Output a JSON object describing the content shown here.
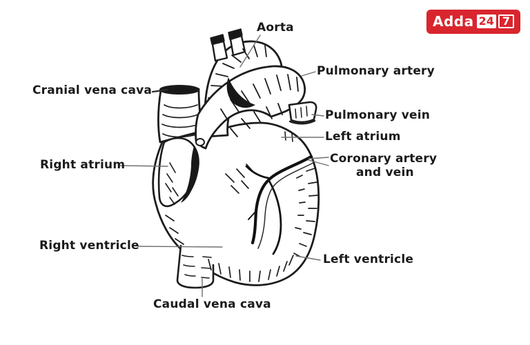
{
  "page": {
    "background_color": "#ffffff"
  },
  "logo": {
    "brand_prefix": "Adda",
    "digits_boxed": "24",
    "digit_outlined": "7",
    "bg_color": "#d9252e"
  },
  "diagram": {
    "ink_color": "#1c1c1c",
    "leader_color": "#707070",
    "labels": [
      {
        "id": "aorta",
        "text": "Aorta"
      },
      {
        "id": "pulmonary-artery",
        "text": "Pulmonary artery"
      },
      {
        "id": "cranial-vena-cava",
        "text": "Cranial vena cava"
      },
      {
        "id": "pulmonary-vein",
        "text": "Pulmonary vein"
      },
      {
        "id": "left-atrium",
        "text": "Left atrium"
      },
      {
        "id": "right-atrium",
        "text": "Right atrium"
      },
      {
        "id": "coronary-artery-and-vein",
        "text": "Coronary artery",
        "text2": "and vein"
      },
      {
        "id": "right-ventricle",
        "text": "Right ventricle"
      },
      {
        "id": "left-ventricle",
        "text": "Left ventricle"
      },
      {
        "id": "caudal-vena-cava",
        "text": "Caudal vena cava"
      }
    ]
  }
}
